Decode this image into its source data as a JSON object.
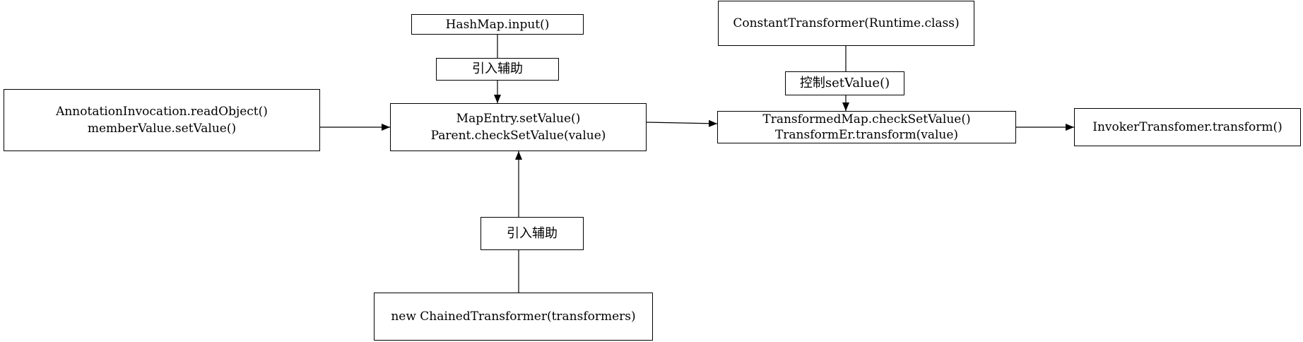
{
  "nodes": {
    "hashmap_input": {
      "lines": [
        "HashMap.input()"
      ]
    },
    "intro_helper_top": {
      "lines": [
        "引入辅助"
      ]
    },
    "annotation": {
      "lines": [
        "AnnotationInvocation.readObject()",
        "memberValue.setValue()"
      ]
    },
    "mapentry": {
      "lines": [
        "MapEntry.setValue()",
        "Parent.checkSetValue(value)"
      ]
    },
    "intro_helper_bottom": {
      "lines": [
        "引入辅助"
      ]
    },
    "chained": {
      "lines": [
        "new ChainedTransformer(transformers)"
      ]
    },
    "constant": {
      "lines": [
        "ConstantTransformer(Runtime.class)"
      ]
    },
    "control_setvalue": {
      "lines": [
        "控制setValue()"
      ]
    },
    "transformedmap": {
      "lines": [
        "TransformedMap.checkSetValue()",
        "TransformEr.transform(value)"
      ]
    },
    "invoker": {
      "lines": [
        "InvokerTransfomer.transform()"
      ]
    }
  },
  "colors": {
    "stroke": "#000000",
    "background": "#ffffff"
  }
}
